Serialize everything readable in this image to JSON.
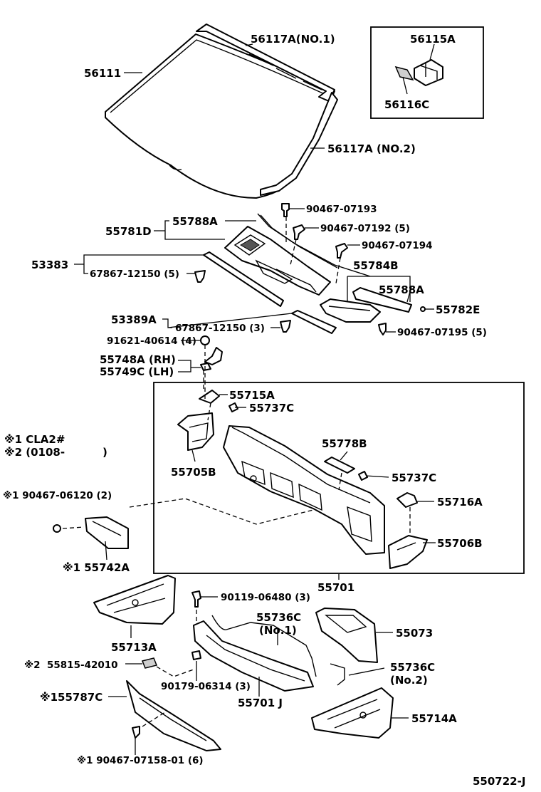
{
  "labels": {
    "l56111": "56111",
    "l56117a1": "56117A(NO.1)",
    "l56117a2": "56117A (NO.2)",
    "l56115a": "56115A",
    "l56116c": "56116C",
    "l90467_07193": "90467-07193",
    "l90467_07192": "90467-07192 (5)",
    "l90467_07194": "90467-07194",
    "l55781d": "55781D",
    "l55788a_1": "55788A",
    "l53383": "53383",
    "l67867_12150_5": "67867-12150 (5)",
    "l55784b": "55784B",
    "l55788a_2": "55788A",
    "l55782e": "55782E",
    "l53389a": "53389A",
    "l67867_12150_3": "67867-12150 (3)",
    "l90467_07195": "90467-07195 (5)",
    "l91621_40614": "91621-40614 (4)",
    "l55748a": "55748A (RH)",
    "l55749c": "55749C (LH)",
    "l55715a": "55715A",
    "l55737c_1": "55737C",
    "note1": "※1 CLA2#",
    "note2": "※2 (0108-",
    "note2_close": ")",
    "l55705b": "55705B",
    "l55778b": "55778B",
    "l55737c_2": "55737C",
    "l90467_06120": "※1 90467-06120 (2)",
    "l55716a": "55716A",
    "l55706b": "55706B",
    "l55742a": "※1 55742A",
    "l55701": "55701",
    "l90119_06480": "90119-06480 (3)",
    "l55736c_1": "55736C",
    "l55736c_1b": "(No.1)",
    "l55073": "55073",
    "l55713a": "55713A",
    "l55815_42010": "55815-42010",
    "l55815_mark": "※2",
    "l55736c_2": "55736C",
    "l55736c_2b": "(No.2)",
    "l90179_06314": "90179-06314 (3)",
    "l55701j": "55701 J",
    "l55787c": "※155787C",
    "l55714a": "55714A",
    "l90467_07158": "※1 90467-07158-01 (6)",
    "diagram_code": "550722-J"
  }
}
